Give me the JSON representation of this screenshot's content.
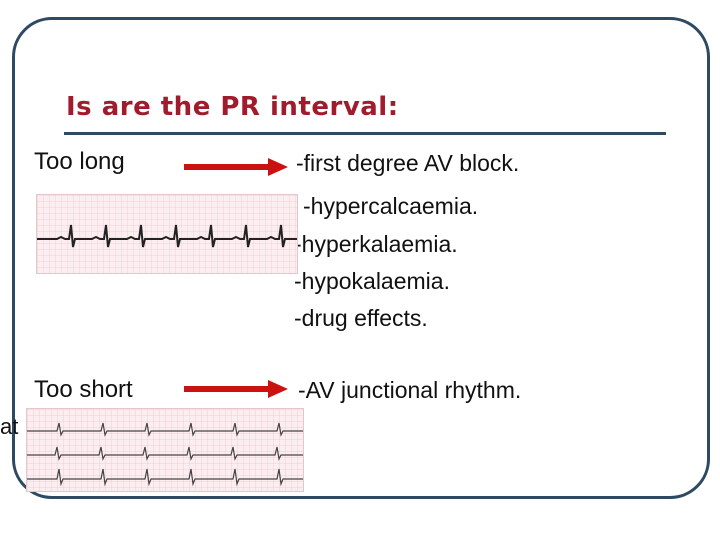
{
  "slide": {
    "title": "Is are the PR interval:",
    "too_long": {
      "label": "Too long",
      "causes": [
        "-first degree AV block.",
        "-hypercalcaemia.",
        "-hyperkalaemia.",
        "-hypokalaemia.",
        "-drug effects."
      ]
    },
    "too_short": {
      "label": "Too short",
      "causes": [
        "-AV junctional rhythm."
      ]
    },
    "clipped_text": "at"
  },
  "colors": {
    "title": "#a01c2c",
    "border": "#2e4a62",
    "arrow": "#cc1111",
    "ecg_grid": "#f1c9d1",
    "ecg_trace": "#222222"
  }
}
